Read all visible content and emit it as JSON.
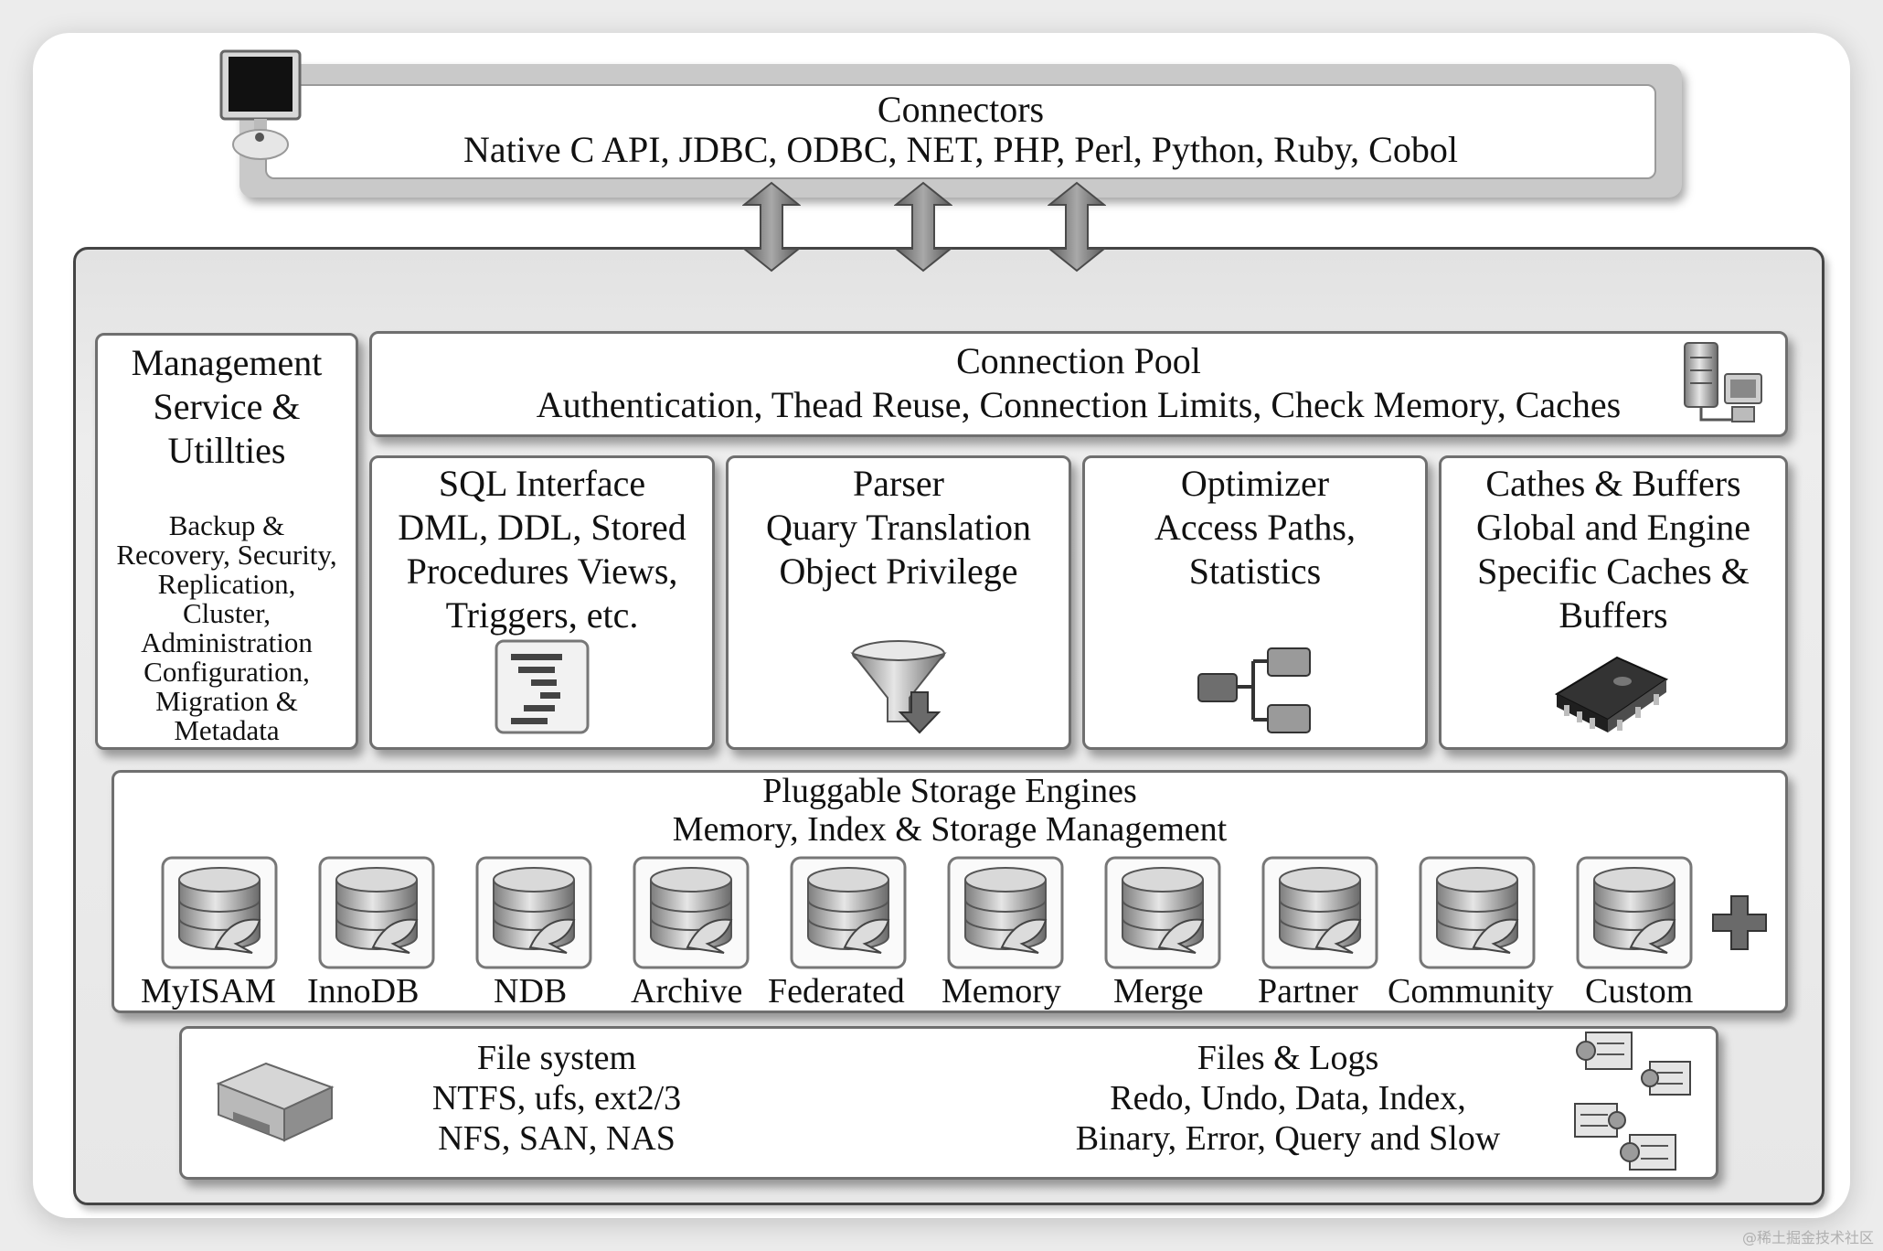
{
  "connectors": {
    "title": "Connectors",
    "list": "Native C API, JDBC, ODBC, NET, PHP, Perl, Python, Ruby, Cobol"
  },
  "management": {
    "title_lines": [
      "Management",
      "Service &",
      "Utillties"
    ],
    "detail_lines": [
      "Backup &",
      "Recovery, Security,",
      "Replication,",
      "Cluster,",
      "Administration",
      "Configuration,",
      "Migration &",
      "Metadata"
    ]
  },
  "connection_pool": {
    "title": "Connection Pool",
    "detail": "Authentication, Thead Reuse, Connection Limits, Check Memory, Caches"
  },
  "sql_interface": {
    "lines": [
      "SQL Interface",
      "DML, DDL, Stored",
      "Procedures Views,",
      "Triggers, etc."
    ]
  },
  "parser": {
    "lines": [
      "Parser",
      "Quary Translation",
      "Object Privilege"
    ]
  },
  "optimizer": {
    "lines": [
      "Optimizer",
      "Access Paths,",
      "Statistics"
    ]
  },
  "caches": {
    "lines": [
      "Cathes & Buffers",
      "Global and Engine",
      "Specific Caches &",
      "Buffers"
    ]
  },
  "storage": {
    "title": "Pluggable Storage Engines",
    "subtitle": "Memory, Index & Storage Management",
    "engines": [
      "MyISAM",
      "InnoDB",
      "NDB",
      "Archive",
      "Federated",
      "Memory",
      "Merge",
      "Partner",
      "Community",
      "Custom"
    ]
  },
  "file_system": {
    "lines": [
      "File system",
      "NTFS, ufs, ext2/3",
      "NFS, SAN, NAS"
    ]
  },
  "files_logs": {
    "lines": [
      "Files & Logs",
      "Redo, Undo, Data, Index,",
      "Binary, Error, Query and Slow"
    ]
  },
  "watermark": "@稀土掘金技术社区"
}
